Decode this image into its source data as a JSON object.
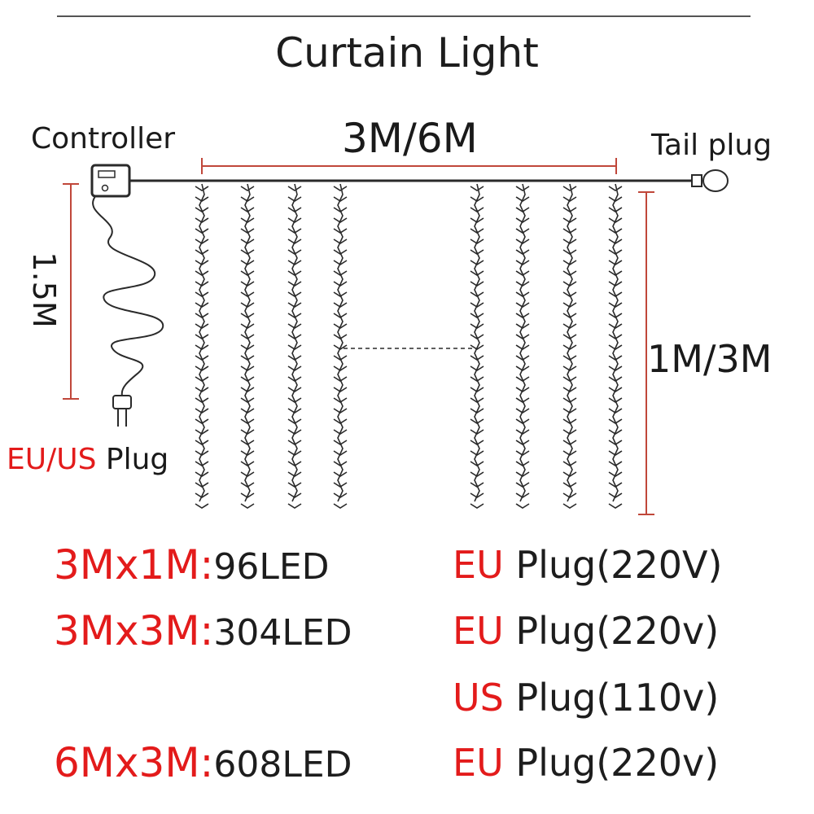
{
  "title": "Curtain Light",
  "labels": {
    "controller": "Controller",
    "width": "3M/6M",
    "tail_plug": "Tail plug",
    "height": "1M/3M",
    "cable_length": "1.5M",
    "plug_region": "EU/US",
    "plug_word": "Plug"
  },
  "specs": [
    {
      "size": "3Mx1M:",
      "leds": "96LED",
      "region": "EU",
      "plug": "Plug(220V)"
    },
    {
      "size": "3Mx3M:",
      "leds": "304LED",
      "region": "EU",
      "plug": "Plug(220v)"
    },
    {
      "size": "",
      "leds": "",
      "region": "US",
      "plug": "Plug(110v)"
    },
    {
      "size": "6Mx3M:",
      "leds": "608LED",
      "region": "EU",
      "plug": "Plug(220v)"
    }
  ],
  "colors": {
    "accent_red": "#e31b1b",
    "dimension_line": "#c0473a",
    "wire": "#2a2a2a"
  },
  "strand_count": 8
}
